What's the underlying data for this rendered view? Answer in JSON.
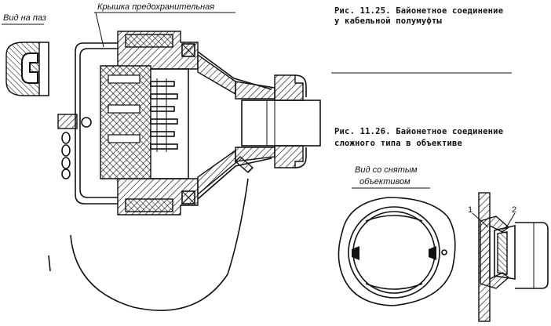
{
  "labels": {
    "vid_na_paz": "Вид на паз",
    "kryshka": "Крышка предохранительная",
    "vid_so_snyatym_line1": "Вид со снятым",
    "vid_so_snyatym_line2": "объективом"
  },
  "captions": {
    "fig_11_25_line1": "Рис. 11.25. Байонетное соединение",
    "fig_11_25_line2": "у кабельной полумуфты",
    "fig_11_26_line1": "Рис. 11.26. Байонетное соединение",
    "fig_11_26_line2": "сложного типа в объективе"
  },
  "callouts": {
    "one": "1",
    "two": "2"
  },
  "colors": {
    "ink": "#111111",
    "paper": "#ffffff"
  }
}
